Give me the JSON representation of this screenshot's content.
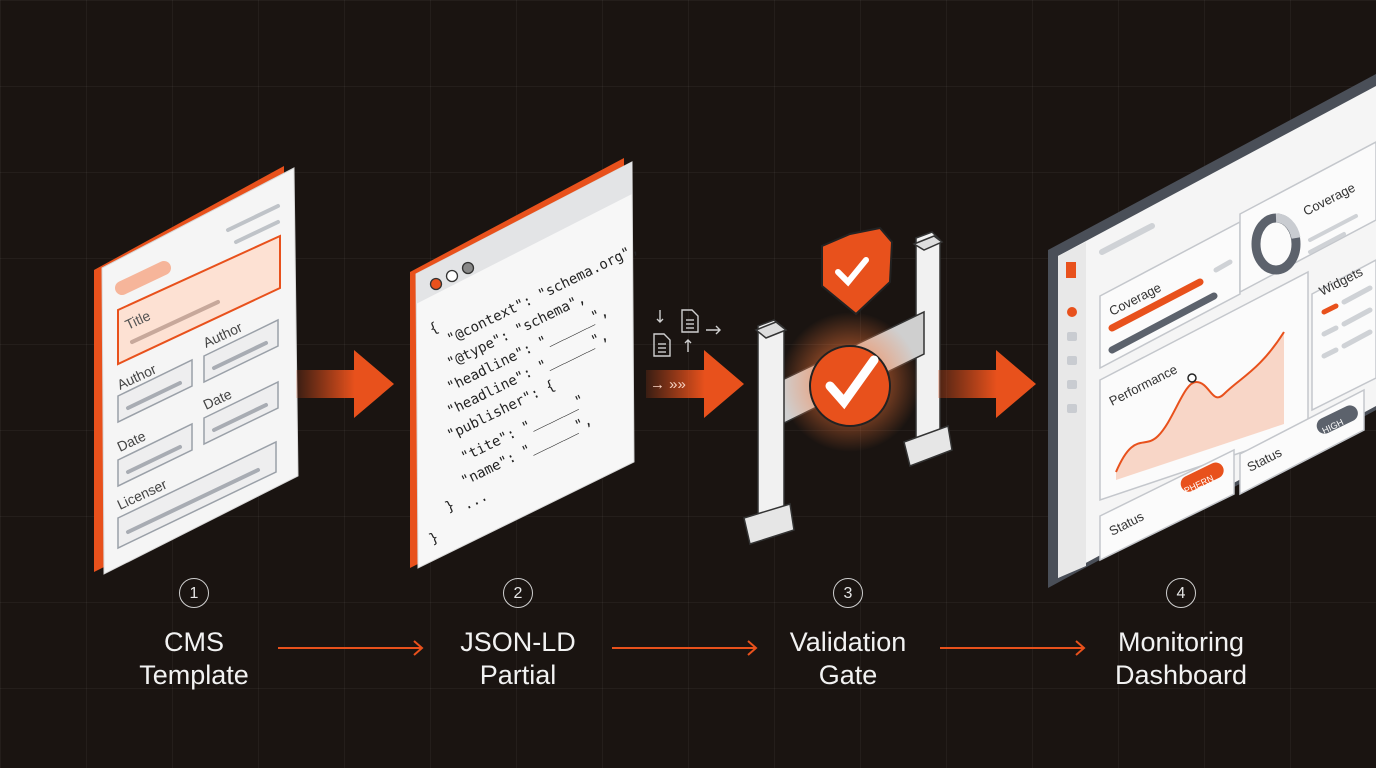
{
  "cms": {
    "title_field": "Title",
    "author_left": "Author",
    "author_right": "Author",
    "date_left": "Date",
    "date_right": "Date",
    "licenser": "Licenser"
  },
  "json_ld": {
    "lines": [
      "{",
      "\"@context\": \"schema.org\",",
      "\"@type\": \"schema\",",
      "\"headline\": \"______\",",
      "\"headline\": \"______\",",
      "\"publisher\": {",
      "\"tite\": \"______\"",
      "\"name\": \"______\",",
      "...",
      "}",
      "}"
    ]
  },
  "dashboard": {
    "coverage_top": "Coverage",
    "coverage_card": "Coverage",
    "widgets": "Widgets",
    "performance": "Performance",
    "status_left": "Status",
    "status_left_badge": "PHERN",
    "status_right": "Status",
    "status_right_badge": "HIGH"
  },
  "steps": [
    {
      "num": "1",
      "line1": "CMS",
      "line2": "Template"
    },
    {
      "num": "2",
      "line1": "JSON-LD",
      "line2": "Partial"
    },
    {
      "num": "3",
      "line1": "Validation",
      "line2": "Gate"
    },
    {
      "num": "4",
      "line1": "Monitoring",
      "line2": "Dashboard"
    }
  ],
  "colors": {
    "accent": "#e8511c",
    "background": "#1a1411",
    "panel": "#f4f4f4",
    "frame_dark": "#4a4f58"
  }
}
